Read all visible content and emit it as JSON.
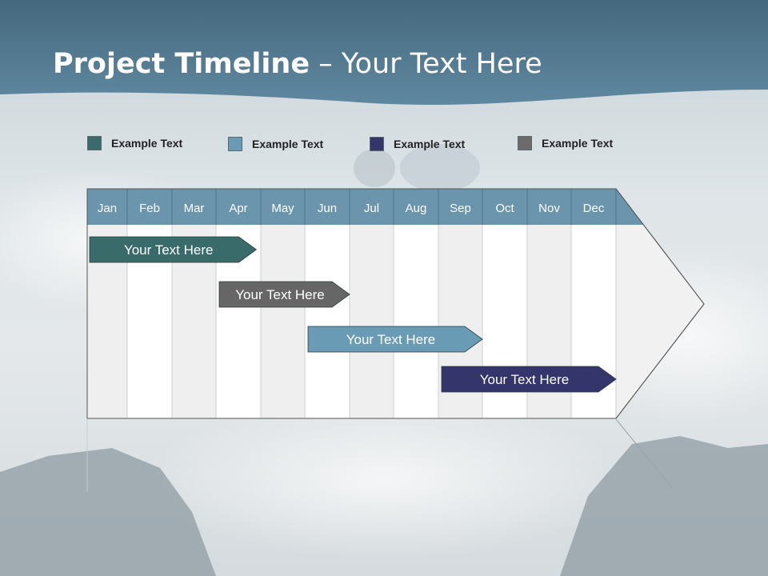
{
  "slide": {
    "title_bold": "Project Timeline",
    "title_rest": " – Your Text Here"
  },
  "legend": [
    {
      "label": "Example Text",
      "color": "#3a6b6b"
    },
    {
      "label": "Example Text",
      "color": "#6a9bb5"
    },
    {
      "label": "Example Text",
      "color": "#33356b"
    },
    {
      "label": "Example Text",
      "color": "#6b6b6b"
    }
  ],
  "months": [
    "Jan",
    "Feb",
    "Mar",
    "Apr",
    "May",
    "Jun",
    "Jul",
    "Aug",
    "Sep",
    "Oct",
    "Nov",
    "Dec"
  ],
  "tasks": [
    {
      "label": "Your  Text Here",
      "start": 0,
      "end": 3.9,
      "color": "#3a6b6b"
    },
    {
      "label": "Your  Text Here",
      "start": 3.0,
      "end": 6.0,
      "color": "#666666"
    },
    {
      "label": "Your  Text Here",
      "start": 5.0,
      "end": 9.0,
      "color": "#6a9bb5"
    },
    {
      "label": "Your  Text Here",
      "start": 8.0,
      "end": 12.0,
      "color": "#33356b"
    }
  ],
  "colors": {
    "header_band": "#56809a",
    "month_bar": "#6a95ad"
  }
}
